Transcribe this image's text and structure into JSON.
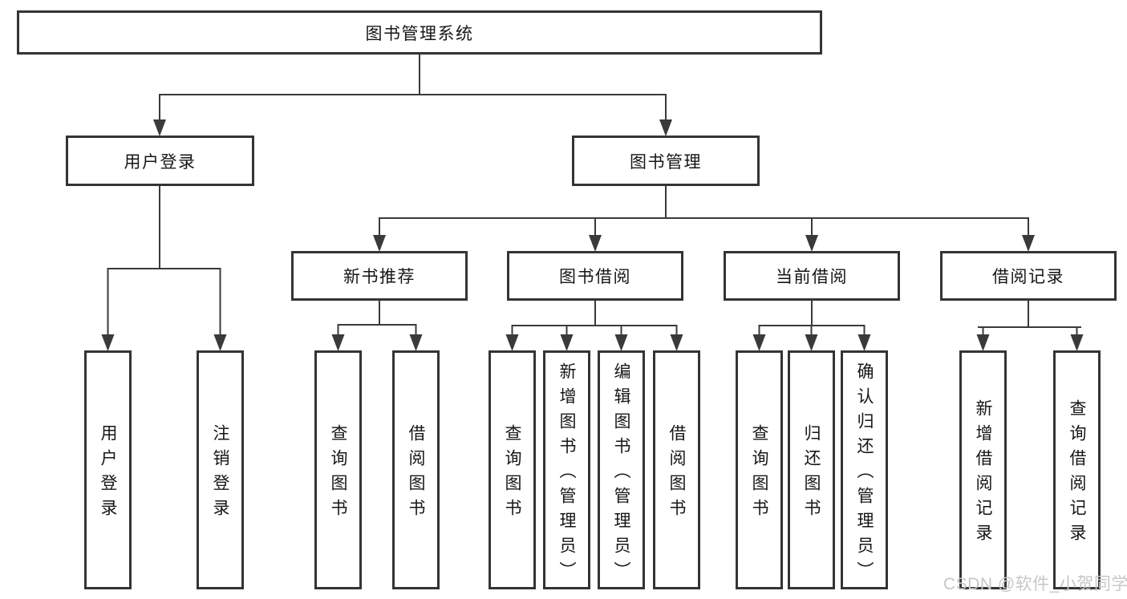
{
  "diagram": {
    "root": {
      "label": "图书管理系统"
    },
    "level2": [
      {
        "id": "user-login",
        "label": "用户登录"
      },
      {
        "id": "book-management",
        "label": "图书管理"
      }
    ],
    "level3": [
      {
        "id": "new-book-recommend",
        "label": "新书推荐"
      },
      {
        "id": "book-borrow",
        "label": "图书借阅"
      },
      {
        "id": "current-borrow",
        "label": "当前借阅"
      },
      {
        "id": "borrow-record",
        "label": "借阅记录"
      }
    ],
    "leaves": [
      {
        "id": "user-login-leaf",
        "label": "用户登录"
      },
      {
        "id": "logout-leaf",
        "label": "注销登录"
      },
      {
        "id": "query-book-1",
        "label": "查询图书"
      },
      {
        "id": "borrow-book-1",
        "label": "借阅图书"
      },
      {
        "id": "query-book-2",
        "label": "查询图书"
      },
      {
        "id": "add-book-admin",
        "label": "新增图书（管理员）"
      },
      {
        "id": "edit-book-admin",
        "label": "编辑图书（管理员）"
      },
      {
        "id": "borrow-book-2",
        "label": "借阅图书"
      },
      {
        "id": "query-book-3",
        "label": "查询图书"
      },
      {
        "id": "return-book",
        "label": "归还图书"
      },
      {
        "id": "confirm-return-admin",
        "label": "确认归还（管理员）"
      },
      {
        "id": "add-borrow-record",
        "label": "新增借阅记录"
      },
      {
        "id": "query-borrow-record",
        "label": "查询借阅记录"
      }
    ]
  },
  "watermark": {
    "text": "CSDN @软件_小贺同学"
  },
  "colors": {
    "background": "#ffffff",
    "line": "#3a3a3a",
    "box_border": "#343434",
    "text": "#161616",
    "watermark": "#c7c7c7"
  }
}
